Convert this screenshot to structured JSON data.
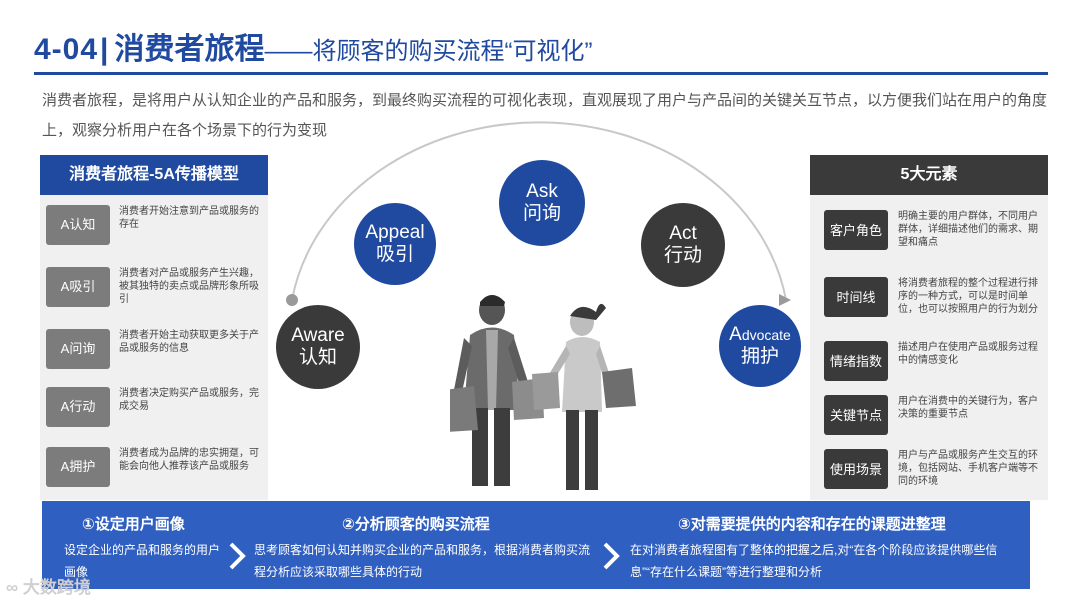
{
  "title": {
    "number": "4-04",
    "separator": "|",
    "main": "消费者旅程",
    "dash": "——",
    "subtitle": "将顾客的购买流程“可视化”"
  },
  "intro": "消费者旅程，是将用户从认知企业的产品和服务，到最终购买流程的可视化表现，直观展现了用户与产品间的关键关互节点，以方便我们站在用户的角度上，观察分析用户在各个场景下的行为变现",
  "left_panel": {
    "heading": "消费者旅程-5A传播模型",
    "stages": [
      {
        "tag": "A认知",
        "desc": "消费者开始注意到产品或服务的存在"
      },
      {
        "tag": "A吸引",
        "desc": "消费者对产品或服务产生兴趣，被其独特的卖点或品牌形象所吸引"
      },
      {
        "tag": "A问询",
        "desc": "消费者开始主动获取更多关于产品或服务的信息"
      },
      {
        "tag": "A行动",
        "desc": "消费者决定购买产品或服务，完成交易"
      },
      {
        "tag": "A拥护",
        "desc": "消费者成为品牌的忠实拥趸，可能会向他人推荐该产品或服务"
      }
    ]
  },
  "journey": [
    {
      "en": "Aware",
      "zh": "认知"
    },
    {
      "en": "Appeal",
      "zh": "吸引"
    },
    {
      "en": "Ask",
      "zh": "问询"
    },
    {
      "en": "Act",
      "zh": "行动"
    },
    {
      "en_cap": "A",
      "en_rest": "dvocate",
      "zh": "拥护"
    }
  ],
  "right_panel": {
    "heading": "5大元素",
    "elements": [
      {
        "tag_l1": "客户",
        "tag_l2": "角色",
        "desc": "明确主要的用户群体，不同用户群体，详细描述他们的需求、期望和痛点"
      },
      {
        "tag_l1": "时间线",
        "tag_l2": "",
        "desc": "将消费者旅程的整个过程进行排序的一种方式，可以是时间单位，也可以按照用户的行为划分"
      },
      {
        "tag_l1": "情绪",
        "tag_l2": "指数",
        "desc": "描述用户在使用产品或服务过程中的情感变化"
      },
      {
        "tag_l1": "关键",
        "tag_l2": "节点",
        "desc": "用户在消费中的关键行为，客户决策的重要节点"
      },
      {
        "tag_l1": "使用",
        "tag_l2": "场景",
        "desc": "用户与产品或服务产生交互的环境，包括网站、手机客户端等不同的环境"
      }
    ]
  },
  "steps": [
    {
      "title": "①设定用户画像",
      "text": "设定企业的产品和服务的用户画像"
    },
    {
      "title": "②分析顾客的购买流程",
      "text": "思考顾客如何认知并购买企业的产品和服务，根据消费者购买流程分析应该采取哪些具体的行动"
    },
    {
      "title": "③对需要提供的内容和存在的课题进整理",
      "text": "在对消费者旅程图有了整体的把握之后,对“在各个阶段应该提供哪些信息”“存在什么课题”等进行整理和分析"
    }
  ],
  "watermark": "大数跨境",
  "colors": {
    "brand_blue": "#1f4aa0",
    "step_blue": "#2f5fc0",
    "dark": "#3a3a3a",
    "tag_gray": "#7c7c7c",
    "panel_bg": "#f0f0f0"
  }
}
